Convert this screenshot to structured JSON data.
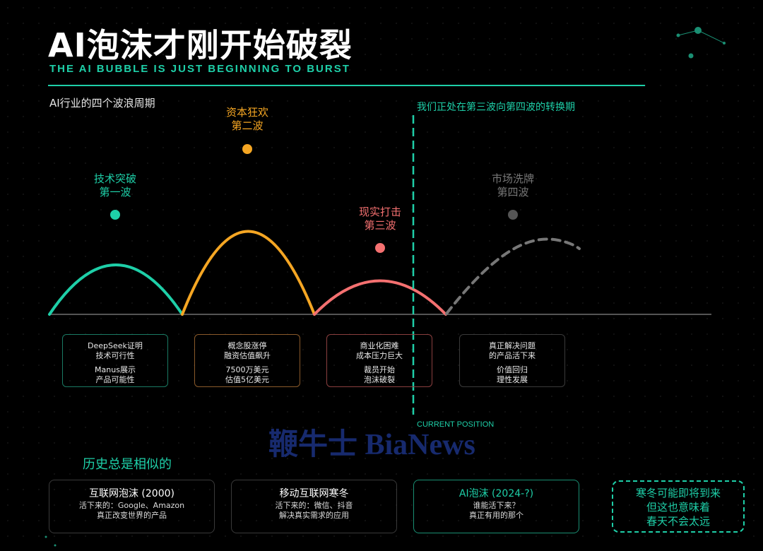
{
  "header": {
    "title": "AI泡沫才刚开始破裂",
    "subtitle": "THE AI BUBBLE IS JUST BEGINNING TO BURST"
  },
  "section_label": "AI行业的四个波浪周期",
  "current_note": "我们正处在第三波向第四波的转换期",
  "current_position_label": "CURRENT POSITION",
  "watermark": "鞭牛士 BiaNews",
  "colors": {
    "accent": "#1ecfa8",
    "wave1": "#1ecfa8",
    "wave2": "#f5a623",
    "wave3": "#f47070",
    "wave4": "#777777",
    "baseline": "#555555"
  },
  "waves": [
    {
      "label_line1": "技术突破",
      "label_line2": "第一波",
      "box_lines": [
        [
          "DeepSeek证明",
          "技术可行性"
        ],
        [
          "Manus展示",
          "产品可能性"
        ]
      ]
    },
    {
      "label_line1": "资本狂欢",
      "label_line2": "第二波",
      "box_lines": [
        [
          "概念股涨停",
          "融资估值飙升"
        ],
        [
          "7500万美元",
          "估值5亿美元"
        ]
      ]
    },
    {
      "label_line1": "现实打击",
      "label_line2": "第三波",
      "box_lines": [
        [
          "商业化困难",
          "成本压力巨大"
        ],
        [
          "裁员开始",
          "泡沫破裂"
        ]
      ]
    },
    {
      "label_line1": "市场洗牌",
      "label_line2": "第四波",
      "box_lines": [
        [
          "真正解决问题",
          "的产品活下来"
        ],
        [
          "价值回归",
          "理性发展"
        ]
      ]
    }
  ],
  "history": {
    "title": "历史总是相似的",
    "cards": [
      {
        "title": "互联网泡沫 (2000)",
        "line1": "活下来的：Google、Amazon",
        "line2": "真正改变世界的产品"
      },
      {
        "title": "移动互联网寒冬",
        "line1": "活下来的：微信、抖音",
        "line2": "解决真实需求的应用"
      },
      {
        "title": "AI泡沫 (2024-?)",
        "line1": "谁能活下来？",
        "line2": "真正有用的那个"
      }
    ]
  },
  "quote": {
    "line1": "寒冬可能即将到来",
    "line2": "但这也意味着",
    "line3": "春天不会太远"
  }
}
